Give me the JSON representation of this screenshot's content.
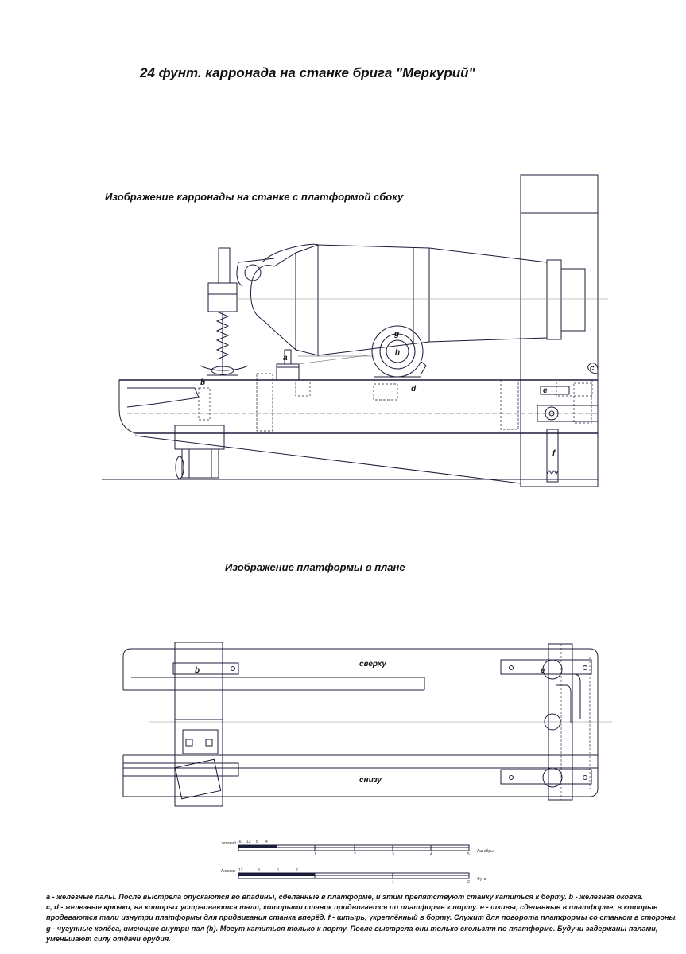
{
  "title": "24 фунт. карронада на станке брига \"Меркурий\"",
  "side_view": {
    "heading": "Изображение карронады на станке с платформой сбоку",
    "labels": [
      "a",
      "b",
      "c",
      "d",
      "e",
      "f",
      "g",
      "h"
    ]
  },
  "plan_view": {
    "heading": "Изображение платформы в плане",
    "top_label": "сверху",
    "bottom_label": "снизу",
    "labels": [
      "b",
      "e"
    ]
  },
  "scales": {
    "upper": {
      "left_unit": "чисовий",
      "sub_ticks": [
        "16",
        "12",
        "8",
        "4"
      ],
      "main_ticks": [
        "1",
        "2",
        "3",
        "4",
        "5"
      ],
      "right_unit": "Аш обры"
    },
    "lower": {
      "left_unit": "Аюзивы",
      "sub_ticks": [
        "12",
        "8",
        "6",
        "2"
      ],
      "main_ticks": [
        "1",
        "2"
      ],
      "right_unit": "Футы"
    }
  },
  "legend": {
    "line1": "a - железные палы. После выстрела опускаются во впадины, сделанные в платформе, и этим препятствуют станку катиться к борту.  b - железная оковка.",
    "line2": "c, d - железные крючки, на которых устраиваются тали, которыми станок придвигается по платформе к порту.  e - шкивы, сделанные в платформе, в которые",
    "line3": "продеваются тали изнутри платформы для придвигания станка вперёд.  f - штырь, укреплённый в борту. Служит для поворота платформы со станком в стороны.",
    "line4": "g - чугунные колёса, имеющие внутри пал (h). Могут катиться только к порту. После выстрела они только скользят по платформе. Будучи задержаны палами,",
    "line5": "уменьшают силу отдачи орудия."
  }
}
